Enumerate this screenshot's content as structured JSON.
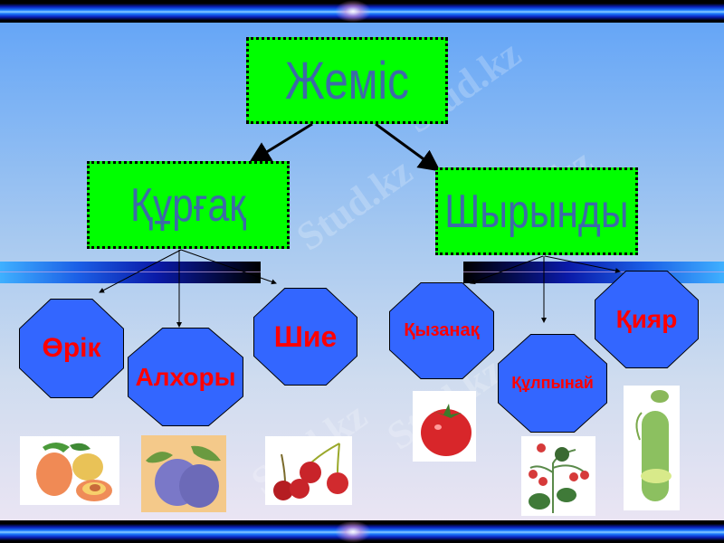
{
  "diagram": {
    "root": {
      "label": "Жеміс"
    },
    "categories": [
      {
        "label": "Құрғақ",
        "items": [
          {
            "label": "Өрік",
            "image": "apricot"
          },
          {
            "label": "Алхоры",
            "image": "plum"
          },
          {
            "label": "Шие",
            "image": "cherry"
          }
        ]
      },
      {
        "label": "Шырынды",
        "items": [
          {
            "label": "Қызанақ",
            "image": "tomato"
          },
          {
            "label": "Құлпынай",
            "image": "strawberry"
          },
          {
            "label": "Қияр",
            "image": "cucumber"
          }
        ]
      }
    ]
  },
  "watermark": "Stud.kz",
  "colors": {
    "box_fill": "#00ff00",
    "box_text": "#3d6aa8",
    "octagon_fill": "#3366ff",
    "octagon_text": "#ff0000"
  }
}
